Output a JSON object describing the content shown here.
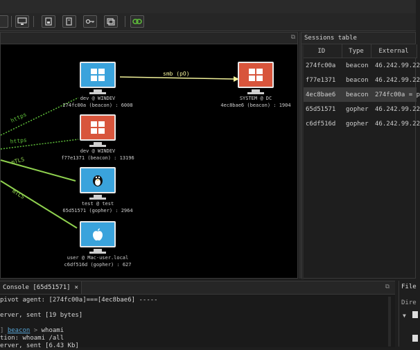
{
  "graph": {
    "nodes": [
      {
        "id": "n1",
        "label1": "dev @ WINDEV",
        "label2": "274fc00a (beacon) : 6008",
        "os": "windows",
        "color": "blue"
      },
      {
        "id": "n2",
        "label1": "SYSTEM @ DC",
        "label2": "4ec8bae6 (beacon) : 1904",
        "os": "windows",
        "color": "red"
      },
      {
        "id": "n3",
        "label1": "dev @ WINDEV",
        "label2": "f77e1371 (beacon) : 13196",
        "os": "windows",
        "color": "red"
      },
      {
        "id": "n4",
        "label1": "test @ test",
        "label2": "65d51571 (gopher) : 2964",
        "os": "linux",
        "color": "blue"
      },
      {
        "id": "n5",
        "label1": "user @ Mac-user.local",
        "label2": "c6df516d (gopher) : 627",
        "os": "mac",
        "color": "blue"
      }
    ],
    "edges": {
      "smb": "smb (pO)",
      "https1": "https",
      "https2": "https",
      "mtls1": "mTLS",
      "mtls2": "mTLS"
    }
  },
  "sessions": {
    "title": "Sessions table",
    "columns": [
      "ID",
      "Type",
      "External"
    ],
    "rows": [
      {
        "id": "274fc00a",
        "type": "beacon",
        "external": "46.242.99.22"
      },
      {
        "id": "f77e1371",
        "type": "beacon",
        "external": "46.242.99.22"
      },
      {
        "id": "4ec8bae6",
        "type": "beacon",
        "external": "274fc00a = p"
      },
      {
        "id": "65d51571",
        "type": "gopher",
        "external": "46.242.99.22"
      },
      {
        "id": "c6df516d",
        "type": "gopher",
        "external": "46.242.99.22"
      }
    ],
    "selected_index": 2
  },
  "console": {
    "tab_label": "Console [65d51571]",
    "tab_close": "✕",
    "line1": "pivot agent: [274fc00a]===[4ec8bae6] -----",
    "line2": "",
    "line3": "erver, sent [19 bytes]",
    "line4": "",
    "line5_prefix": "] ",
    "line5_link": "beacon",
    "line5_sep": " > ",
    "line5_cmd": "whoami",
    "line6": "tion: whoami /all",
    "line7": "erver, sent [6.43 Kb]"
  },
  "files": {
    "title": "File",
    "dir_label": "Dire"
  },
  "colors": {
    "edge_green": "#8fd14f",
    "edge_dotted": "#5fbf3a",
    "smb_yellow": "#f2f29a",
    "monitor_blue": "#3aa3dc",
    "monitor_red": "#d8553c"
  }
}
